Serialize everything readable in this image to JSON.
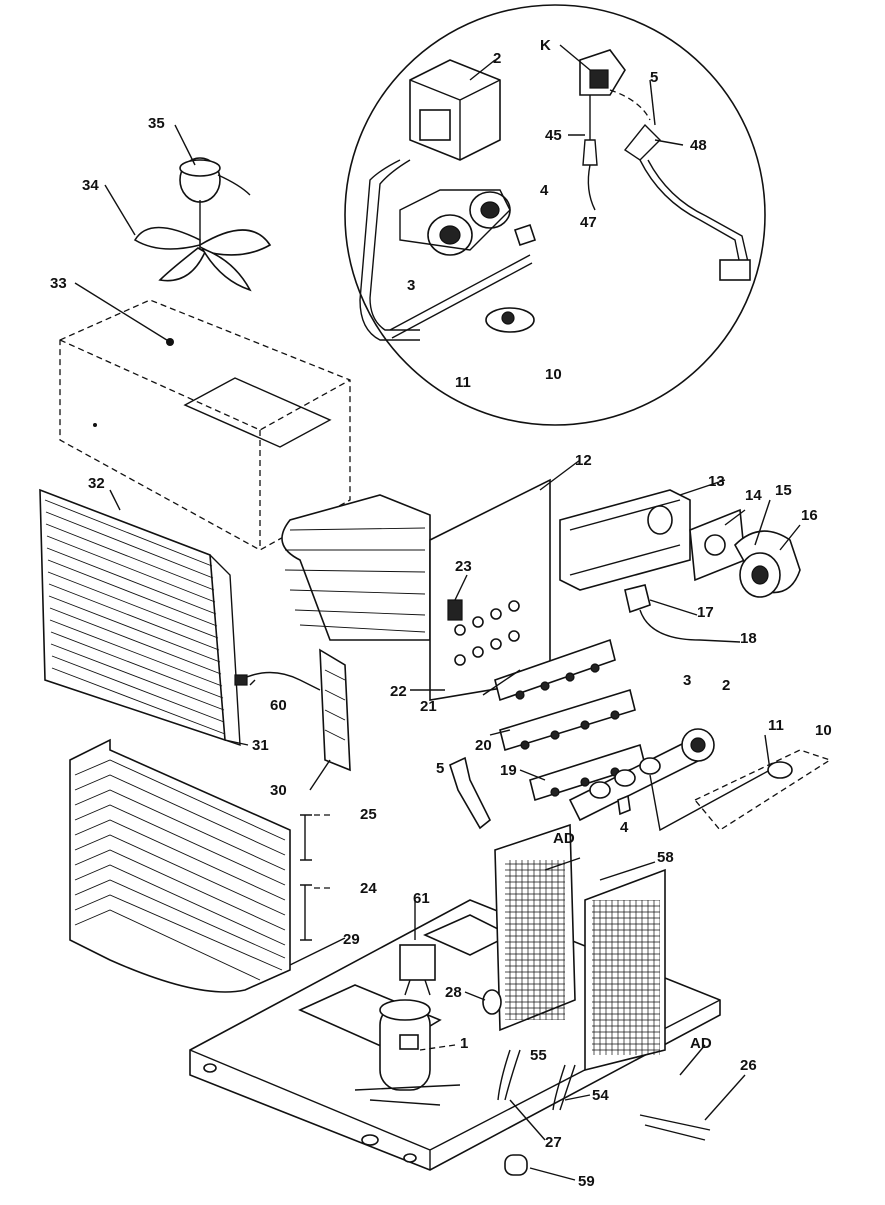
{
  "callouts": [
    {
      "id": "c-2a",
      "text": "2"
    },
    {
      "id": "c-k",
      "text": "K"
    },
    {
      "id": "c-5a",
      "text": "5"
    },
    {
      "id": "c-45",
      "text": "45"
    },
    {
      "id": "c-48",
      "text": "48"
    },
    {
      "id": "c-4a",
      "text": "4"
    },
    {
      "id": "c-47",
      "text": "47"
    },
    {
      "id": "c-3a",
      "text": "3"
    },
    {
      "id": "c-11a",
      "text": "11"
    },
    {
      "id": "c-10a",
      "text": "10"
    },
    {
      "id": "c-35",
      "text": "35"
    },
    {
      "id": "c-34",
      "text": "34"
    },
    {
      "id": "c-33",
      "text": "33"
    },
    {
      "id": "c-12",
      "text": "12"
    },
    {
      "id": "c-13",
      "text": "13"
    },
    {
      "id": "c-14",
      "text": "14"
    },
    {
      "id": "c-15",
      "text": "15"
    },
    {
      "id": "c-16",
      "text": "16"
    },
    {
      "id": "c-32",
      "text": "32"
    },
    {
      "id": "c-23",
      "text": "23"
    },
    {
      "id": "c-17",
      "text": "17"
    },
    {
      "id": "c-18",
      "text": "18"
    },
    {
      "id": "c-60",
      "text": "60"
    },
    {
      "id": "c-22",
      "text": "22"
    },
    {
      "id": "c-3b",
      "text": "3"
    },
    {
      "id": "c-2b",
      "text": "2"
    },
    {
      "id": "c-11b",
      "text": "11"
    },
    {
      "id": "c-10b",
      "text": "10"
    },
    {
      "id": "c-31",
      "text": "31"
    },
    {
      "id": "c-21",
      "text": "21"
    },
    {
      "id": "c-20",
      "text": "20"
    },
    {
      "id": "c-19",
      "text": "19"
    },
    {
      "id": "c-30",
      "text": "30"
    },
    {
      "id": "c-5b",
      "text": "5"
    },
    {
      "id": "c-4b",
      "text": "4"
    },
    {
      "id": "c-25",
      "text": "25"
    },
    {
      "id": "c-ad1",
      "text": "AD"
    },
    {
      "id": "c-58",
      "text": "58"
    },
    {
      "id": "c-24",
      "text": "24"
    },
    {
      "id": "c-61",
      "text": "61"
    },
    {
      "id": "c-29",
      "text": "29"
    },
    {
      "id": "c-28",
      "text": "28"
    },
    {
      "id": "c-1",
      "text": "1"
    },
    {
      "id": "c-55",
      "text": "55"
    },
    {
      "id": "c-ad2",
      "text": "AD"
    },
    {
      "id": "c-26",
      "text": "26"
    },
    {
      "id": "c-54",
      "text": "54"
    },
    {
      "id": "c-27",
      "text": "27"
    },
    {
      "id": "c-59",
      "text": "59"
    }
  ]
}
